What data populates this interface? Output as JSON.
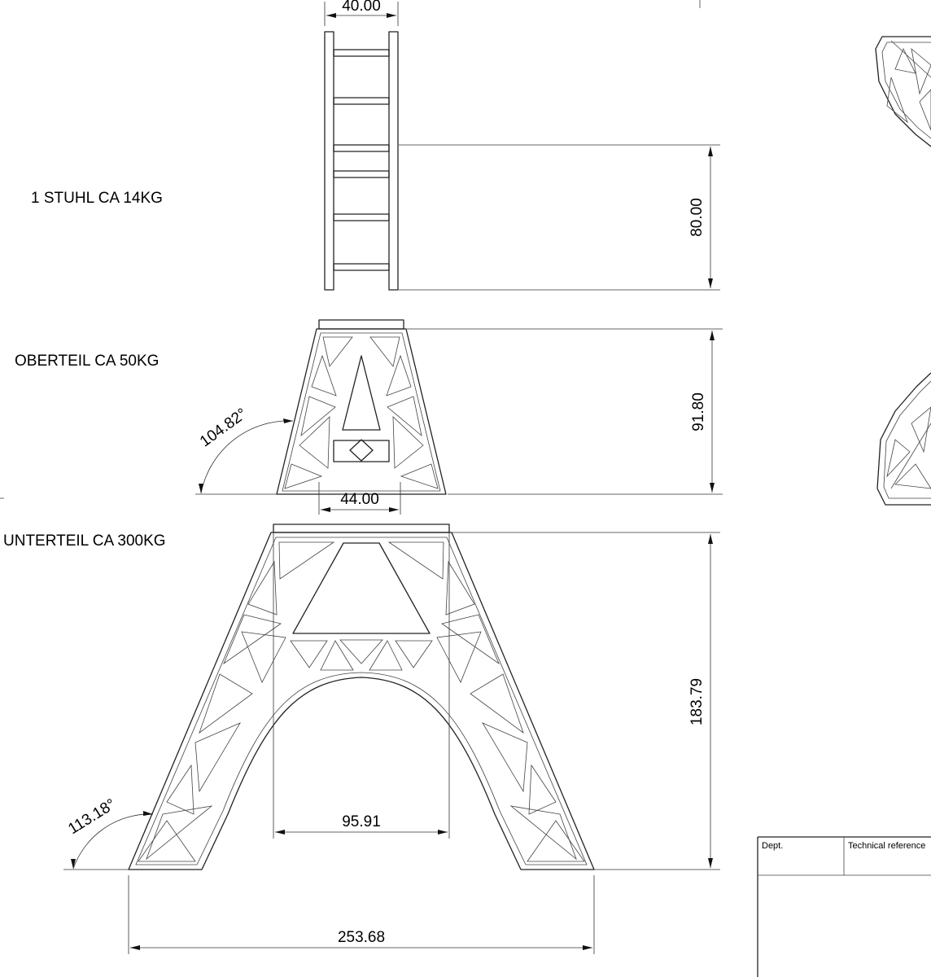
{
  "labels": {
    "stuhl": "1 STUHL CA 14KG",
    "oberteil": "OBERTEIL CA 50KG",
    "unterteil": "UNTERTEIL CA 300KG"
  },
  "dimensions": {
    "stuhl_width": "40.00",
    "stuhl_height": "80.00",
    "oberteil_height": "91.80",
    "oberteil_angle": "104.82°",
    "oberteil_top_width": "44.00",
    "unterteil_height": "183.79",
    "unterteil_angle": "113.18°",
    "unterteil_inner_width": "95.91",
    "unterteil_base_width": "253.68"
  },
  "title_block": {
    "dept": "Dept.",
    "technical_reference": "Technical reference"
  }
}
